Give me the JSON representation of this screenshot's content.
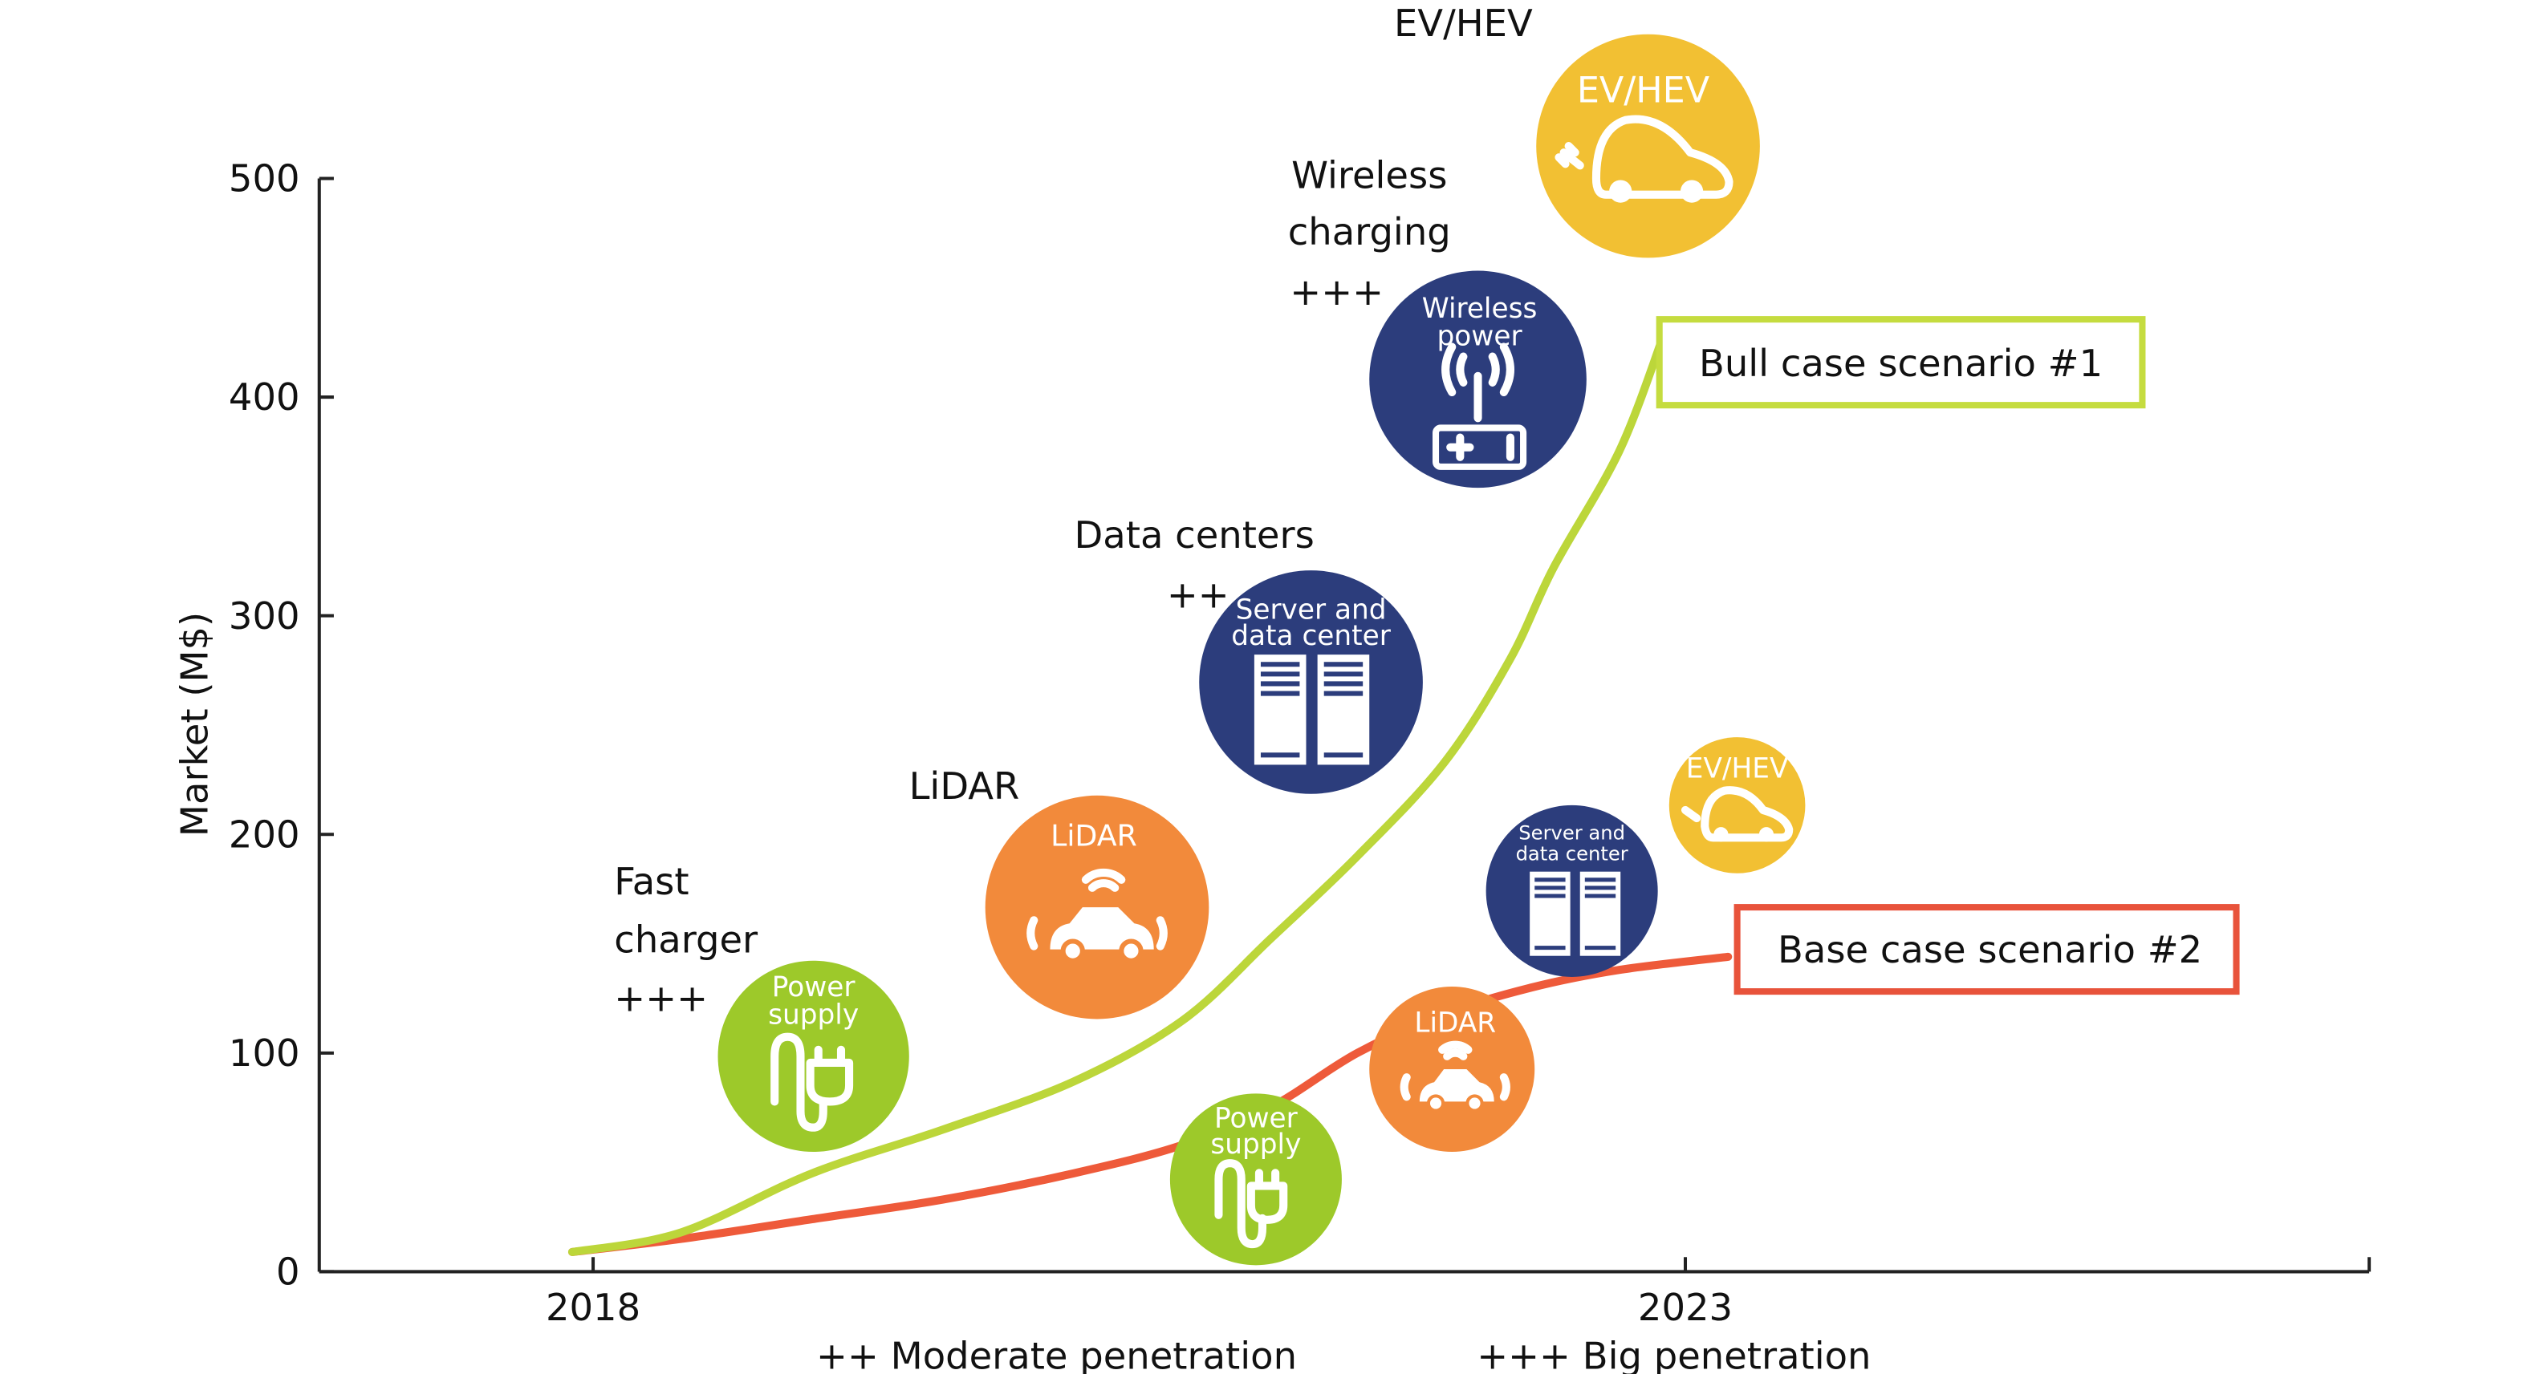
{
  "chart_data": {
    "type": "line",
    "ylabel": "Market (M$)",
    "xlabel": "",
    "ylim": [
      0,
      500
    ],
    "yticks": [
      "0",
      "100",
      "200",
      "300",
      "400",
      "500"
    ],
    "xticks": [
      "2018",
      "2023"
    ],
    "xlim": [
      2016.74,
      2026.14
    ],
    "grid": false,
    "series": [
      {
        "name": "Bull case scenario #1",
        "color": "#bcd63a",
        "x": [
          2017.9,
          2018.4,
          2019.0,
          2019.6,
          2020.2,
          2020.7,
          2021.1,
          2021.5,
          2021.9,
          2022.2,
          2022.4,
          2022.7,
          2022.9
        ],
        "y": [
          9,
          18,
          45,
          65,
          87,
          115,
          152,
          190,
          233,
          280,
          322,
          375,
          427
        ]
      },
      {
        "name": "Base case scenario #2",
        "color": "#ee5a3a",
        "x": [
          2017.9,
          2018.4,
          2019.0,
          2019.6,
          2020.2,
          2020.7,
          2021.1,
          2021.5,
          2021.9,
          2022.3,
          2022.7,
          2023.2
        ],
        "y": [
          9,
          15,
          24,
          33,
          45,
          58,
          75,
          100,
          118,
          130,
          138,
          144
        ]
      }
    ],
    "legend": [
      "Bull case scenario #1",
      "Base case scenario #2"
    ],
    "footer": [
      "++ Moderate penetration",
      "+++ Big penetration"
    ],
    "annotations": {
      "ev_title": "EV/HEV",
      "wireless_1": "Wireless",
      "wireless_2": "charging",
      "wireless_rating": "+++",
      "data_centers": "Data centers",
      "data_centers_rating": "++",
      "lidar": "LiDAR",
      "fast_1": "Fast",
      "fast_2": "charger",
      "fast_rating": "+++"
    },
    "bubbles": {
      "power_1": "Power",
      "power_2": "supply",
      "lidar": "LiDAR",
      "server_1": "Server and",
      "server_2": "data center",
      "wireless_1": "Wireless",
      "wireless_2": "power",
      "ev": "EV/HEV"
    },
    "colors": {
      "green": "#9dc92a",
      "orange": "#f28a3b",
      "navy": "#2c3d7c",
      "yellow": "#f2c033"
    }
  }
}
